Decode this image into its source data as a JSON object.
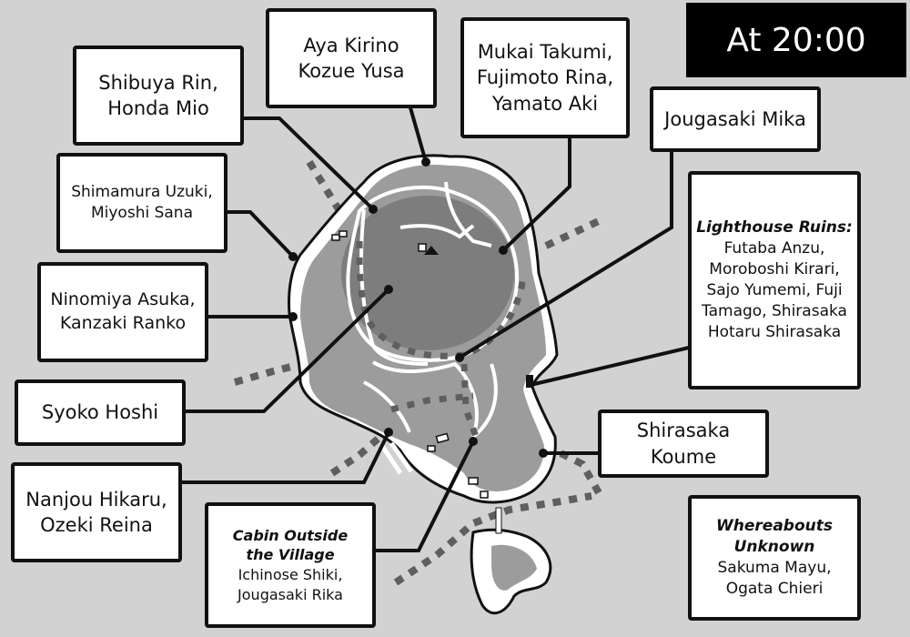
{
  "header": {
    "time_label": "At 20:00"
  },
  "map": {
    "colors": {
      "background": "#d2d2d2",
      "island_outer": "#9c9c9c",
      "island_inner": "#7d7d7d",
      "beach": "#ffffff",
      "roads": "#ffffff",
      "dotted_path": "#5f5f5f",
      "outline": "#111111"
    },
    "landmarks": {
      "summit": "triangle-peak",
      "lighthouse": "lighthouse-ruins-marker"
    }
  },
  "labels": [
    {
      "id": "shibuya",
      "lines": [
        "Shibuya Rin,",
        "Honda Mio"
      ]
    },
    {
      "id": "aya",
      "lines": [
        "Aya Kirino",
        "Kozue Yusa"
      ]
    },
    {
      "id": "mukai",
      "lines": [
        "Mukai Takumi,",
        "Fujimoto Rina,",
        "Yamato Aki"
      ]
    },
    {
      "id": "jougasaki_mika",
      "lines": [
        "Jougasaki Mika"
      ]
    },
    {
      "id": "shimamura",
      "lines": [
        "Shimamura Uzuki,",
        "Miyoshi Sana"
      ]
    },
    {
      "id": "ninomiya",
      "lines": [
        "Ninomiya Asuka,",
        "Kanzaki Ranko"
      ]
    },
    {
      "id": "syoko",
      "lines": [
        "Syoko Hoshi"
      ]
    },
    {
      "id": "nanjou",
      "lines": [
        "Nanjou Hikaru,",
        "Ozeki Reina"
      ]
    },
    {
      "id": "cabin",
      "heading": [
        "Cabin Outside",
        "the Village"
      ],
      "lines": [
        "Ichinose Shiki,",
        "Jougasaki Rika"
      ]
    },
    {
      "id": "lighthouse",
      "heading": [
        "Lighthouse Ruins:"
      ],
      "lines": [
        "Futaba Anzu,",
        "Moroboshi Kirari,",
        "Sajo Yumemi, Fuji",
        "Tamago, Shirasaka",
        "Hotaru Shirasaka"
      ]
    },
    {
      "id": "koume",
      "lines": [
        "Shirasaka",
        "Koume"
      ]
    },
    {
      "id": "unknown",
      "heading": [
        "Whereabouts",
        "Unknown"
      ],
      "lines": [
        "Sakuma Mayu,",
        "Ogata Chieri"
      ]
    }
  ]
}
